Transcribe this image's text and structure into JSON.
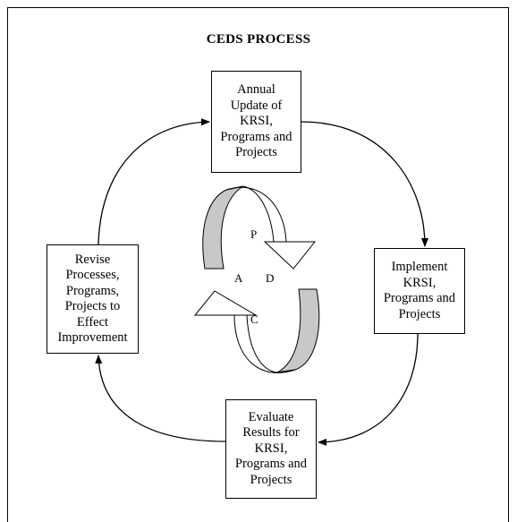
{
  "title": "CEDS  PROCESS",
  "steps": {
    "top": "Annual\nUpdate of\nKRSI,\nPrograms and\nProjects",
    "right": "Implement\nKRSI,\nPrograms and\nProjects",
    "bottom": "Evaluate\nResults for\nKRSI,\nPrograms and\nProjects",
    "left": "Revise\nProcesses,\nPrograms,\nProjects to\nEffect\nImprovement"
  },
  "cycle": {
    "p": "P",
    "d": "D",
    "c": "C",
    "a": "A"
  },
  "colors": {
    "band_fill": "#c8c8c8",
    "line": "#000000"
  }
}
